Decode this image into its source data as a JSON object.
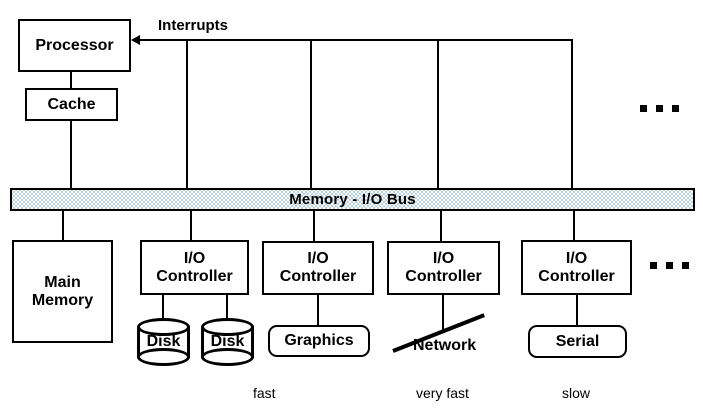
{
  "diagram": {
    "title_label": "Memory - I/O Bus",
    "interrupts_label": "Interrupts",
    "processor": {
      "label": "Processor"
    },
    "cache": {
      "label": "Cache"
    },
    "main_memory": {
      "label": "Main\nMemory"
    },
    "controllers": [
      {
        "label": "I/O\nController"
      },
      {
        "label": "I/O\nController"
      },
      {
        "label": "I/O\nController"
      },
      {
        "label": "I/O\nController"
      }
    ],
    "devices": {
      "disk_1": "Disk",
      "disk_2": "Disk",
      "graphics": "Graphics",
      "network": "Network",
      "serial": "Serial"
    },
    "speed_labels": [
      {
        "text": "fast"
      },
      {
        "text": "very fast"
      },
      {
        "text": "slow"
      }
    ],
    "ellipsis_top": "…",
    "ellipsis_bottom": "…",
    "colors": {
      "stroke": "#000000",
      "background": "#ffffff",
      "bus_fill_dot": "#9fc3cf"
    }
  }
}
